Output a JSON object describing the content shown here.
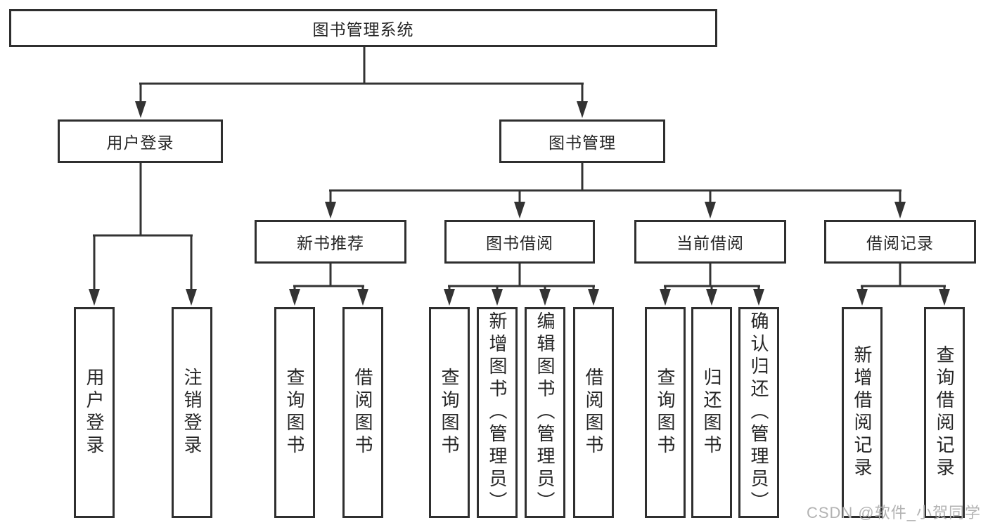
{
  "colors": {
    "line": "#333333",
    "box_border": "#2f2f2f",
    "text": "#262626",
    "background": "#ffffff",
    "watermark_text": "#b3b3b3"
  },
  "diagram": {
    "root": {
      "label": "图书管理系统"
    },
    "level2": [
      {
        "label": "用户登录"
      },
      {
        "label": "图书管理"
      }
    ],
    "level3": [
      {
        "label": "新书推荐"
      },
      {
        "label": "图书借阅"
      },
      {
        "label": "当前借阅"
      },
      {
        "label": "借阅记录"
      }
    ],
    "leaves": [
      {
        "label": "用户登录"
      },
      {
        "label": "注销登录"
      },
      {
        "label": "查询图书"
      },
      {
        "label": "借阅图书"
      },
      {
        "label": "查询图书"
      },
      {
        "label": "新增图书（管理员）"
      },
      {
        "label": "编辑图书（管理员）"
      },
      {
        "label": "借阅图书"
      },
      {
        "label": "查询图书"
      },
      {
        "label": "归还图书"
      },
      {
        "label": "确认归还（管理员）"
      },
      {
        "label": "新增借阅记录"
      },
      {
        "label": "查询借阅记录"
      }
    ]
  },
  "watermark": {
    "text": "CSDN @软件_小贺同学"
  }
}
